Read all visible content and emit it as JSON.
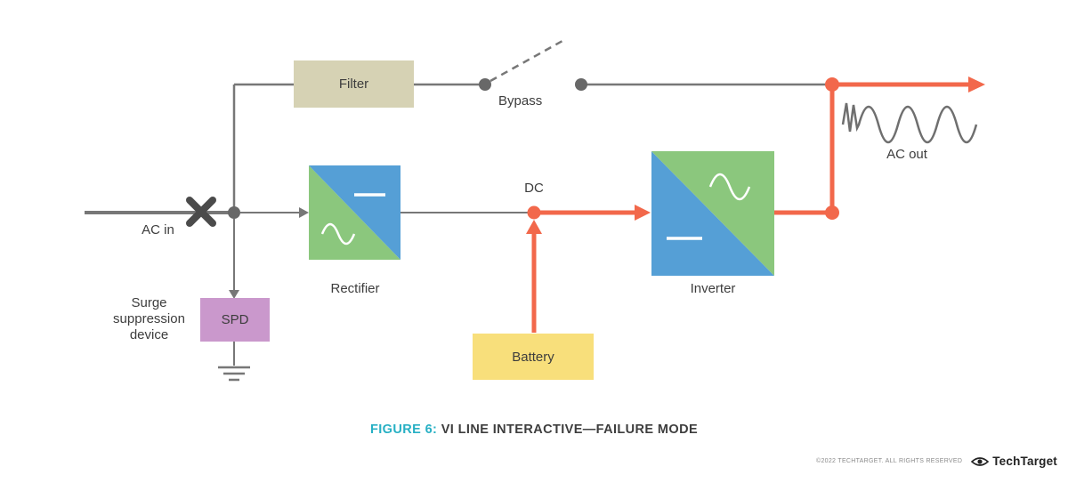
{
  "diagram": {
    "labels": {
      "ac_in": "AC in",
      "filter": "Filter",
      "bypass": "Bypass",
      "dc": "DC",
      "rectifier": "Rectifier",
      "inverter": "Inverter",
      "spd": "SPD",
      "surge_suppression": "Surge\nsuppression\ndevice",
      "battery": "Battery",
      "ac_out": "AC out"
    },
    "colors": {
      "filter_fill": "#d6d2b4",
      "spd_fill": "#ca98cc",
      "battery_fill": "#f8df7b",
      "converter_green": "#8bc77d",
      "converter_blue": "#559fd6",
      "line_gray": "#777777",
      "active_path_orange": "#f2684b",
      "caption_teal": "#27b0c4"
    }
  },
  "caption": {
    "figure_label": "FIGURE 6:",
    "title": " VI LINE INTERACTIVE—FAILURE MODE"
  },
  "footer": {
    "copyright": "©2022 TECHTARGET. ALL RIGHTS RESERVED",
    "logo_text": "TechTarget"
  }
}
